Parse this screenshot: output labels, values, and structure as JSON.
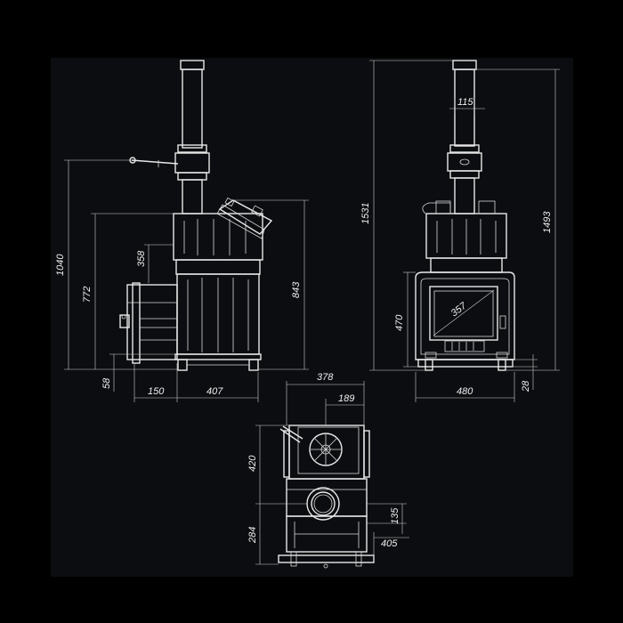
{
  "colors": {
    "background": "#000000",
    "sheet": "#0b0d10",
    "line": "#e8e8e8"
  },
  "dimensions": {
    "side_total_height": "1040",
    "side_top_height": "772",
    "side_tank_height": "843",
    "side_inlet": "358",
    "side_legs": "58",
    "side_depth_front": "150",
    "side_depth_body": "407",
    "front_chimney_diameter": "115",
    "front_total_height": "1531",
    "front_height_2": "1493",
    "front_door_diagonal": "357",
    "front_door_height": "470",
    "front_width": "480",
    "front_base": "28",
    "top_total_width": "378",
    "top_vent_width": "189",
    "top_depth_front": "420",
    "top_depth_rear": "284",
    "top_offset": "135",
    "top_width_inner": "405"
  }
}
